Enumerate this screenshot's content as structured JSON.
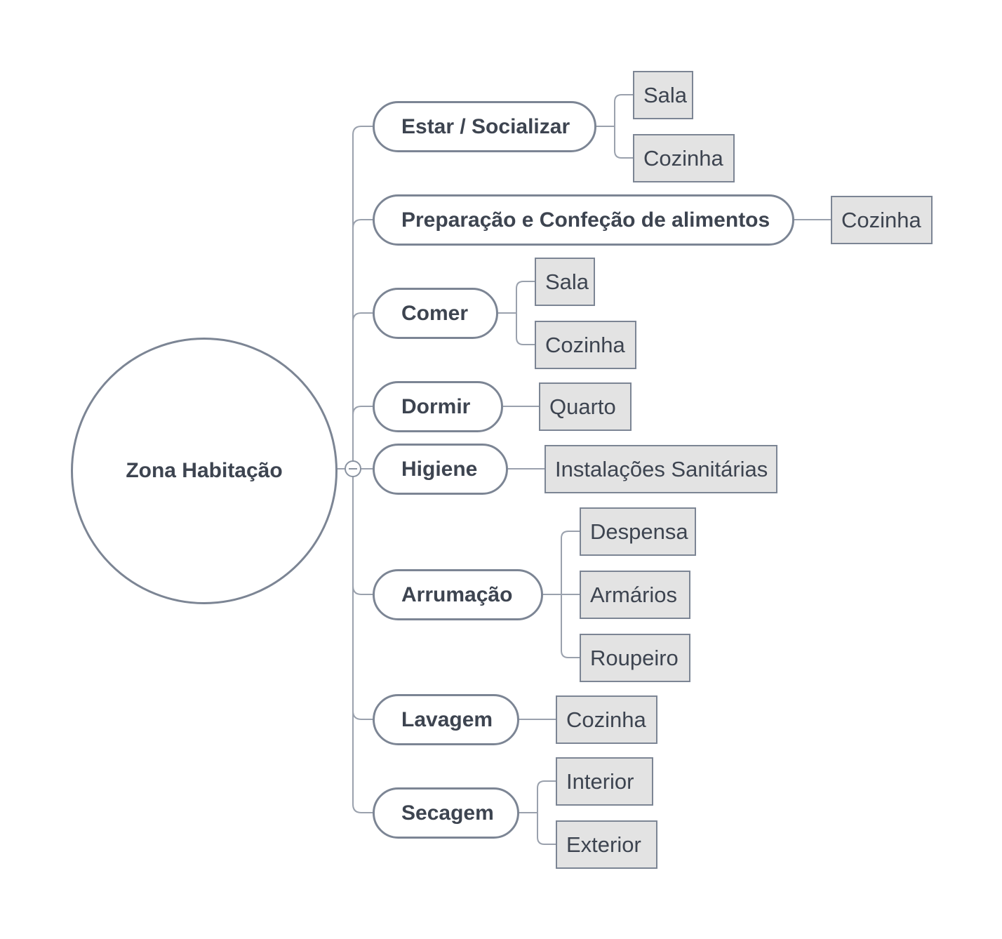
{
  "root": {
    "label": "Zona Habitação"
  },
  "colors": {
    "line": "#9aa1ad",
    "border": "#7c8594",
    "leaf_fill": "#e3e3e3",
    "text": "#3d4450"
  },
  "branches": [
    {
      "label": "Estar / Socializar",
      "children": [
        "Sala",
        "Cozinha"
      ]
    },
    {
      "label": "Preparação e Confeção de alimentos",
      "children": [
        "Cozinha"
      ]
    },
    {
      "label": "Comer",
      "children": [
        "Sala",
        "Cozinha"
      ]
    },
    {
      "label": "Dormir",
      "children": [
        "Quarto"
      ]
    },
    {
      "label": "Higiene",
      "children": [
        "Instalações Sanitárias"
      ]
    },
    {
      "label": "Arrumação",
      "children": [
        "Despensa",
        "Armários",
        "Roupeiro"
      ]
    },
    {
      "label": "Lavagem",
      "children": [
        "Cozinha"
      ]
    },
    {
      "label": "Secagem",
      "children": [
        "Interior",
        "Exterior"
      ]
    }
  ]
}
